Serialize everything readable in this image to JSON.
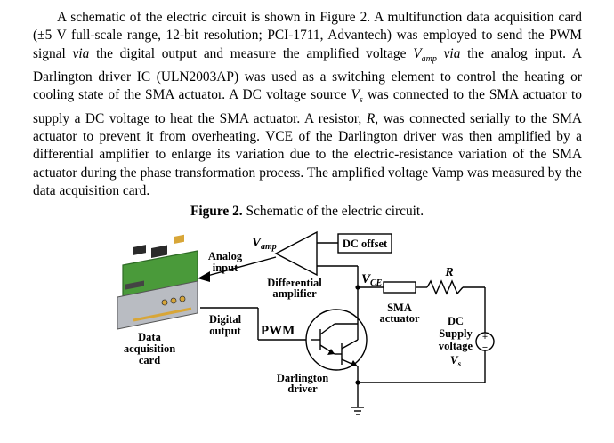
{
  "paragraph": {
    "s1": "A schematic of the electric circuit is shown in Figure 2. A multifunction data acquisition card (±5 V full-scale range, 12-bit resolution; PCI-1711, Advantech) was employed to send the PWM signal ",
    "via1": "via",
    "s2": " the digital output and measure the amplified voltage ",
    "vamp_v": "V",
    "vamp_sub": "amp",
    "s3": " ",
    "via2": "via",
    "s4": " the analog input. A Darlington driver IC (ULN2003AP) was used as a switching element to control the heating or cooling state of the SMA actuator. A DC voltage source ",
    "vs_v": "V",
    "vs_sub": "s",
    "s5": " was connected to the SMA actuator to supply a DC voltage to heat the SMA actuator. A resistor, ",
    "r": "R",
    "s6": ", was connected serially to the SMA actuator to prevent it from overheating. VCE of the Darlington driver was then amplified by a differential amplifier to enlarge its variation due to the electric-resistance variation of the SMA actuator during the phase transformation process. The amplified voltage Vamp was measured by the data acquisition card."
  },
  "caption": {
    "label": "Figure 2.",
    "text": " Schematic of the electric circuit."
  },
  "figure": {
    "vamp_v": "V",
    "vamp_sub": "amp",
    "dc_offset": "DC offset",
    "analog_input_1": "Analog",
    "analog_input_2": "input",
    "differential_amp_1": "Differential",
    "differential_amp_2": "amplifier",
    "vce_v": "V",
    "vce_sub": "CE",
    "r": "R",
    "sma_1": "SMA",
    "sma_2": "actuator",
    "digital_output_1": "Digital",
    "digital_output_2": "output",
    "pwm": "PWM",
    "dc_supply_1": "DC",
    "dc_supply_2": "Supply",
    "dc_supply_3": "voltage",
    "vs_v": "V",
    "vs_sub": "s",
    "plus": "+",
    "minus": "−",
    "daq_1": "Data",
    "daq_2": "acquisition",
    "daq_3": "card",
    "darlington_1": "Darlington",
    "darlington_2": "driver"
  },
  "colors": {
    "board_green": "#4a9a3a",
    "board_dark": "#2f6b26",
    "board_gold": "#d8a638",
    "board_metal": "#b9bcc2"
  }
}
